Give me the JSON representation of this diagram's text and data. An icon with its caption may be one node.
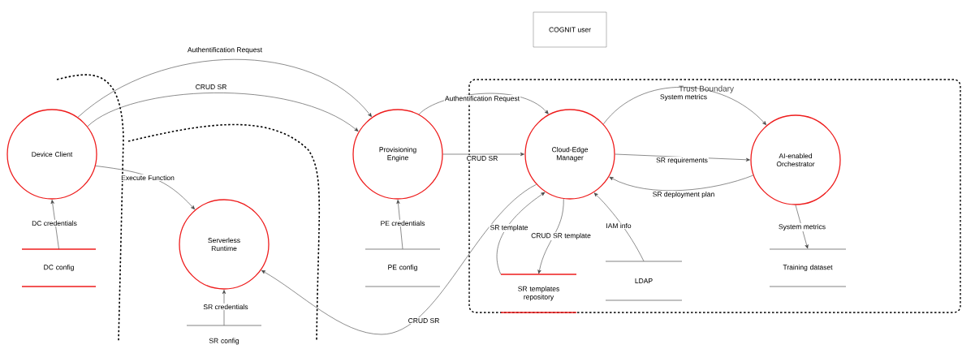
{
  "diagram": {
    "nodes": [
      {
        "text": [
          "Device Client"
        ]
      },
      {
        "text": [
          "Serverless Runtime"
        ]
      },
      {
        "text": [
          "Provisioning Engine"
        ]
      },
      {
        "text": [
          "Trust Boundary"
        ]
      },
      {
        "text": [
          "Cloud-Edge Manager"
        ],
        "in": 3
      },
      {
        "text": [
          "AI-enabled Orchestrator"
        ],
        "in": 3
      },
      {
        "text": [
          "DC config"
        ]
      },
      {
        "text": [
          "SR config"
        ]
      },
      {
        "text": [
          "PE config"
        ]
      },
      {
        "text": [
          "SR templates repository"
        ],
        "in": 3
      },
      {
        "text": [
          "LDAP"
        ],
        "in": 3
      },
      {
        "text": [
          "Training dataset"
        ],
        "in": 3
      },
      {
        "text": [
          "COGNIT user"
        ]
      }
    ],
    "edges": [
      {
        "from": 0,
        "to": 2,
        "arrow": "to",
        "label": "Authentification Request"
      },
      {
        "from": 0,
        "to": 2,
        "arrow": "to",
        "label": "CRUD SR"
      },
      {
        "from": 0,
        "to": 1,
        "arrow": "to",
        "label": "Execute Function"
      },
      {
        "from": 6,
        "to": 0,
        "arrow": "to",
        "label": "DC credentials"
      },
      {
        "from": 7,
        "to": 1,
        "arrow": "to",
        "label": "SR credentials"
      },
      {
        "from": 8,
        "to": 2,
        "arrow": "to",
        "label": "PE credentials"
      },
      {
        "from": 2,
        "to": 4,
        "arrow": "to",
        "label": "Authentification Request"
      },
      {
        "from": 2,
        "to": 4,
        "arrow": "to",
        "label": "CRUD SR"
      },
      {
        "from": 4,
        "to": 1,
        "arrow": "to",
        "label": "CRUD SR"
      },
      {
        "from": 4,
        "to": 5,
        "arrow": "to",
        "label": "System metrics"
      },
      {
        "from": 4,
        "to": 5,
        "arrow": "to",
        "label": "SR requirements"
      },
      {
        "from": 5,
        "to": 4,
        "arrow": "to",
        "label": "SR deployment plan"
      },
      {
        "from": 9,
        "to": 4,
        "arrow": "to",
        "label": "SR template"
      },
      {
        "from": 4,
        "to": 9,
        "arrow": "to",
        "label": "CRUD SR template"
      },
      {
        "from": 10,
        "to": 4,
        "arrow": "to",
        "label": "IAM info"
      },
      {
        "from": 5,
        "to": 11,
        "arrow": "to",
        "label": "System metrics"
      }
    ]
  }
}
